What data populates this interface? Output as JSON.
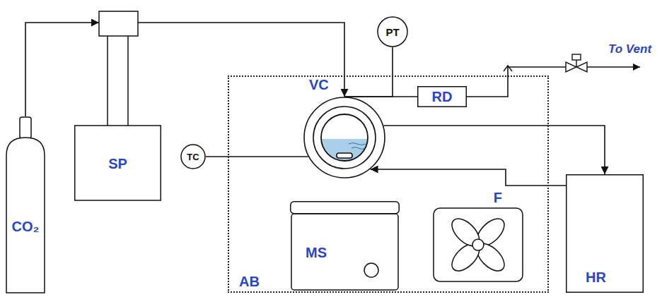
{
  "diagram": {
    "nodes": [
      {
        "text": [
          "CO₂"
        ]
      },
      {
        "text": [
          "SP"
        ]
      },
      {
        "text": [
          "PT"
        ]
      },
      {
        "text": [
          "AB"
        ]
      },
      {
        "text": [
          "TC"
        ]
      },
      {
        "text": [
          "VC"
        ],
        "in": 3
      },
      {
        "text": [
          "RD"
        ],
        "in": 3
      },
      {
        "text": [
          "MS"
        ],
        "in": 3
      },
      {
        "text": [
          "F"
        ],
        "in": 3
      },
      {
        "text": [
          "HR"
        ]
      }
    ],
    "edges": [
      {
        "from": 0,
        "to": 1,
        "arrow": "to"
      },
      {
        "from": 1,
        "to": 5,
        "arrow": "to"
      },
      {
        "from": 2,
        "to": 5,
        "arrow": "none"
      },
      {
        "from": 5,
        "to": 6,
        "arrow": "none"
      },
      {
        "from": 4,
        "to": 5,
        "arrow": "none"
      },
      {
        "from": 5,
        "to": 9,
        "arrow": "to"
      },
      {
        "from": 9,
        "to": 5,
        "arrow": "to"
      }
    ],
    "labels": [
      "To Vent"
    ]
  }
}
